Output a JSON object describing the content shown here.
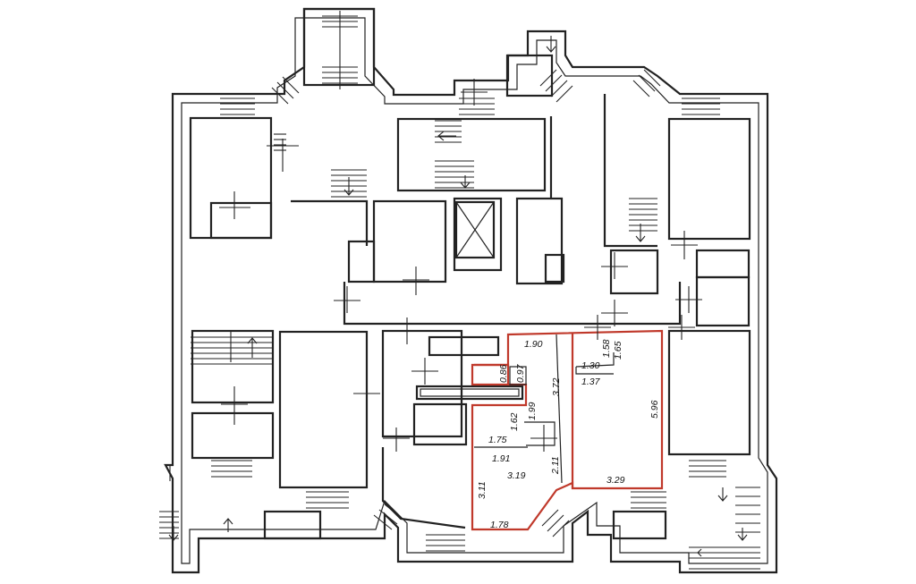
{
  "dimensions": {
    "d190": "1.90",
    "d158": "1.58",
    "d165": "1.65",
    "d130": "1.30",
    "d137": "1.37",
    "d086": "0.86",
    "d097": "0.97",
    "d372": "3.72",
    "d596": "5.96",
    "d162": "1.62",
    "d199": "1.99",
    "d175": "1.75",
    "d191": "1.91",
    "d319": "3.19",
    "d211": "2.11",
    "d329": "3.29",
    "d311": "3.11",
    "d178": "1.78"
  },
  "colors": {
    "wall": "#222222",
    "highlight": "#c0392b",
    "background": "#ffffff"
  }
}
